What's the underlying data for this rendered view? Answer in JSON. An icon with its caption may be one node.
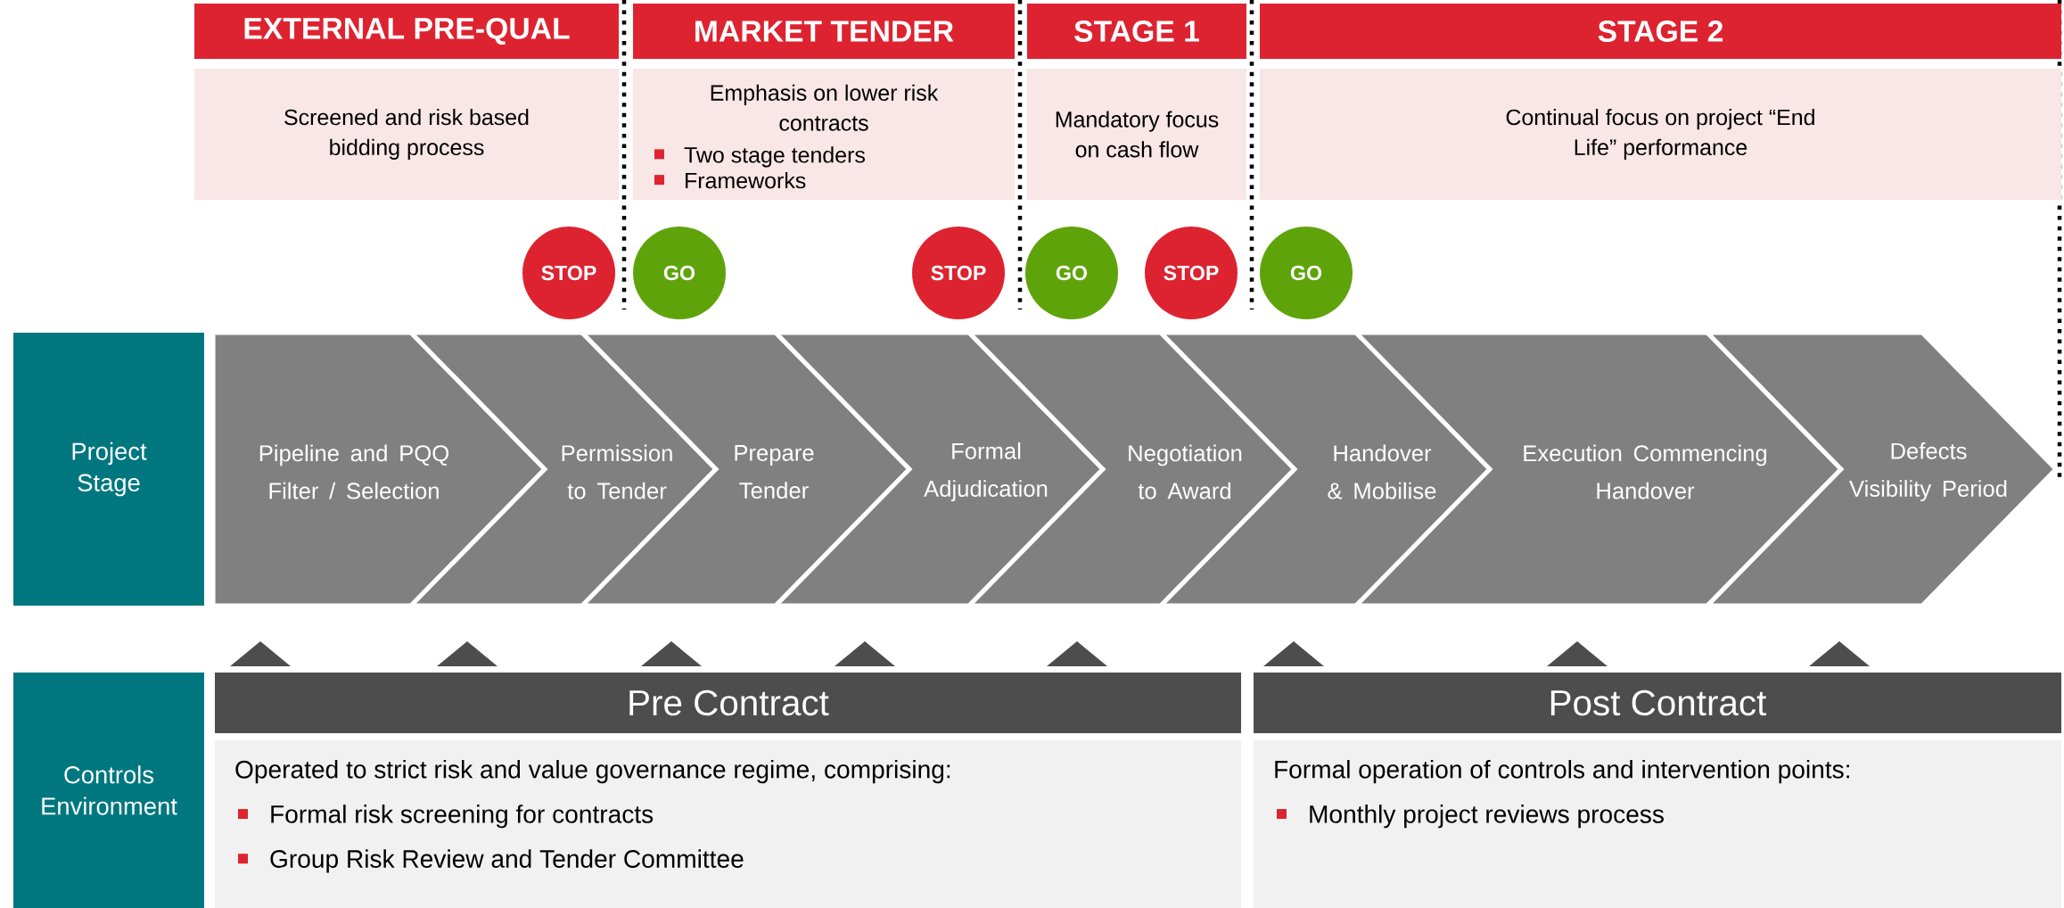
{
  "diagram": {
    "nodes": [
      {
        "text": [
          "EXTERNAL PRE-QUAL"
        ]
      },
      {
        "text": [
          "Screened and risk based bidding process"
        ]
      },
      {
        "text": [
          "MARKET TENDER"
        ]
      },
      {
        "text": [
          "Emphasis on lower risk contracts",
          "Two stage tenders",
          "Frameworks"
        ]
      },
      {
        "text": [
          "STAGE 1"
        ]
      },
      {
        "text": [
          "Mandatory focus on cash flow"
        ]
      },
      {
        "text": [
          "STAGE 2"
        ]
      },
      {
        "text": [
          "Continual focus on project “End Life” performance"
        ]
      },
      {
        "text": [
          "STOP"
        ]
      },
      {
        "text": [
          "GO"
        ]
      },
      {
        "text": [
          "STOP"
        ]
      },
      {
        "text": [
          "GO"
        ]
      },
      {
        "text": [
          "STOP"
        ]
      },
      {
        "text": [
          "GO"
        ]
      },
      {
        "text": [
          "Project Stage"
        ]
      },
      {
        "text": [
          "Pipeline and PQQ Filter / Selection"
        ]
      },
      {
        "text": [
          "Permission to Tender"
        ]
      },
      {
        "text": [
          "Prepare Tender"
        ]
      },
      {
        "text": [
          "Formal Adjudication"
        ]
      },
      {
        "text": [
          "Negotiation to Award"
        ]
      },
      {
        "text": [
          "Handover & Mobilise"
        ]
      },
      {
        "text": [
          "Execution Commencing Handover"
        ]
      },
      {
        "text": [
          "Defects Visibility Period"
        ]
      },
      {
        "text": [
          "Controls Environment"
        ]
      },
      {
        "text": [
          "Pre Contract"
        ]
      },
      {
        "text": [
          "Operated to strict risk and value governance regime, comprising:",
          "Formal risk screening for contracts",
          "Group Risk Review and Tender Committee"
        ]
      },
      {
        "text": [
          "Post Contract"
        ]
      },
      {
        "text": [
          "Formal operation of controls and intervention points:",
          "Monthly project reviews process"
        ]
      }
    ]
  }
}
